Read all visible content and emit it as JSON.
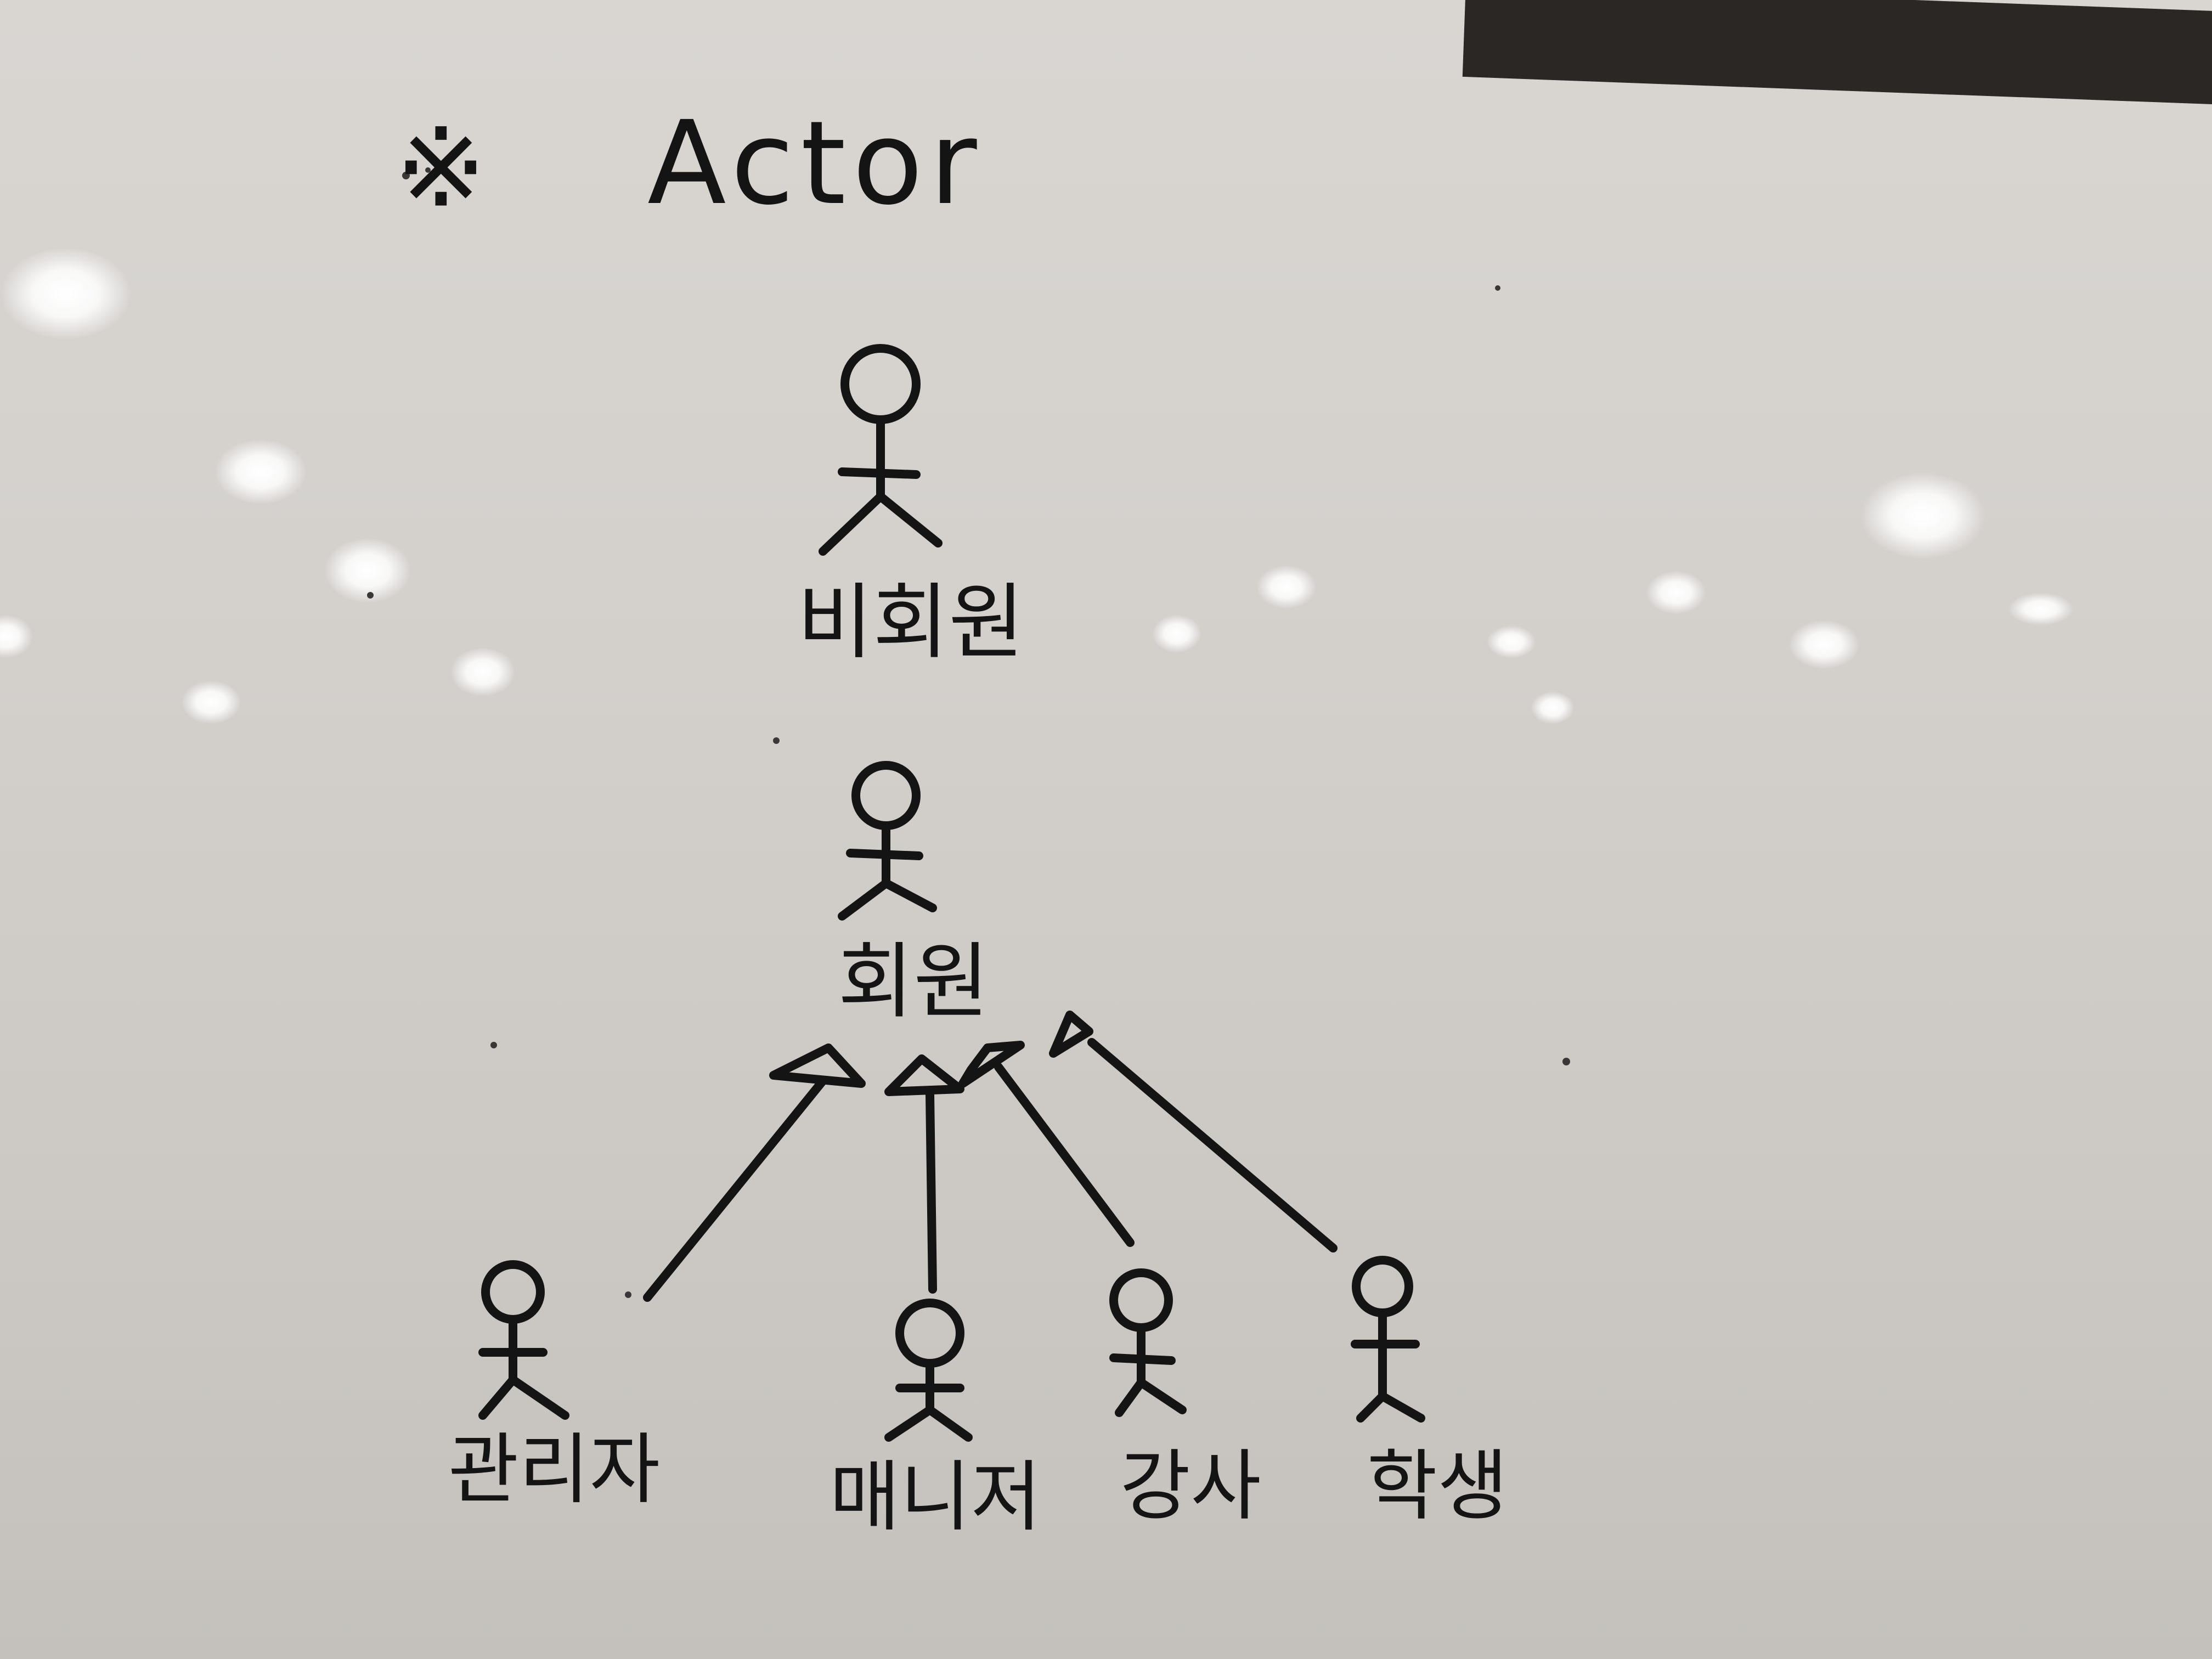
{
  "diagram": {
    "bullet": "※",
    "title": "Actor",
    "actors": {
      "non_member": "비회원",
      "member": "회원",
      "admin": "관리자",
      "manager": "매니저",
      "instructor": "강사",
      "student": "학생"
    }
  },
  "ink_color": "#141414",
  "board_color": "#d6d3cf"
}
